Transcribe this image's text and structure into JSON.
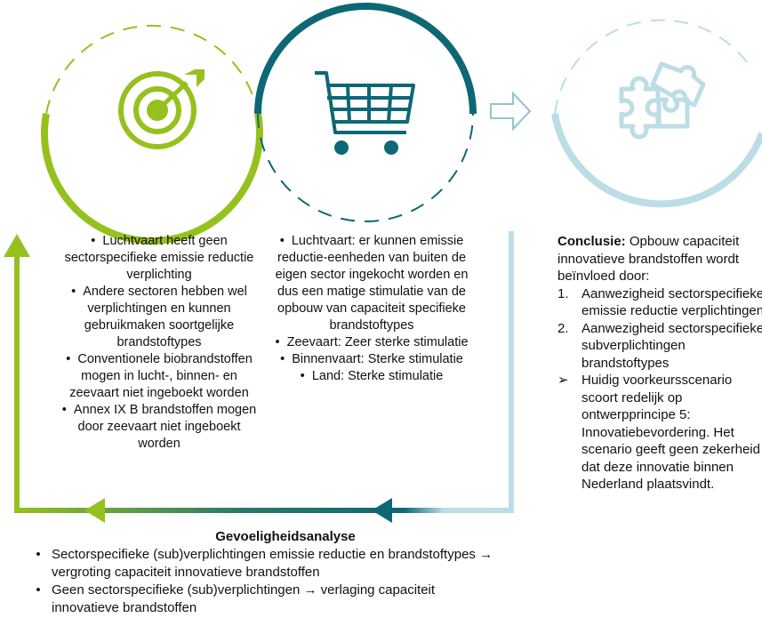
{
  "colors": {
    "lime": "#95c11f",
    "teal": "#0e6774",
    "light_blue": "#bcdde5",
    "arrow_outline": "#8fc4d3"
  },
  "icons": {
    "target": "target-icon",
    "cart": "shopping-cart-icon",
    "puzzle": "puzzle-icon",
    "arrow": "arrow-right-outline-icon"
  },
  "left_column": {
    "items": [
      "Luchtvaart heeft geen sectorspecifieke emissie reductie verplichting",
      "Andere sectoren hebben wel verplichtingen en kunnen gebruikmaken soortgelijke brandstoftypes",
      "Conventionele biobrandstoffen mogen in lucht-, binnen- en zeevaart niet ingeboekt worden",
      "Annex IX B brandstoffen mogen door zeevaart niet ingeboekt worden"
    ]
  },
  "middle_column": {
    "items": [
      "Luchtvaart: er kunnen emissie reductie-eenheden van buiten de eigen sector ingekocht worden en dus een matige stimulatie van de opbouw van capaciteit specifieke brandstoftypes",
      "Zeevaart: Zeer sterke stimulatie",
      "Binnenvaart: Sterke stimulatie",
      "Land: Sterke stimulatie"
    ]
  },
  "conclusion": {
    "label": "Conclusie:",
    "text": "Opbouw capaciteit innovatieve brandstoffen wordt beïnvloed door:",
    "numbered": [
      {
        "num": "1.",
        "text": "Aanwezigheid sectorspecifieke emissie reductie verplichtingen"
      },
      {
        "num": "2.",
        "text": "Aanwezigheid sectorspecifieke subverplichtingen brandstoftypes"
      }
    ],
    "arrow_bullet": "➢",
    "arrow_item": "Huidig voorkeursscenario scoort redelijk op ontwerpprincipe 5: Innovatiebevordering. Het scenario geeft geen zekerheid dat deze innovatie binnen Nederland plaatsvindt."
  },
  "sensitivity": {
    "title": "Gevoeligheidsanalyse",
    "items": [
      "Sectorspecifieke (sub)verplichtingen emissie reductie en brandstoftypes → vergroting capaciteit innovatieve brandstoffen",
      "Geen sectorspecifieke (sub)verplichtingen → verlaging capaciteit innovatieve brandstoffen"
    ]
  }
}
